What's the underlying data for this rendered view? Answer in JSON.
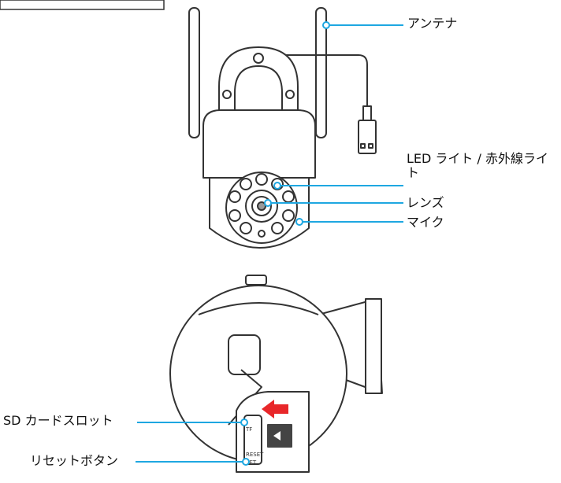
{
  "labels": {
    "antenna": "アンテナ",
    "led": "LED ライト / 赤外線ライト",
    "lens": "レンズ",
    "mic": "マイク",
    "sd_slot": "SD カードスロット",
    "reset": "リセットボタン"
  },
  "slot_text": {
    "tf": "TF",
    "reset": "RESET",
    "set": "SET"
  },
  "colors": {
    "callout": "#1ea7e1",
    "outline": "#333333",
    "insert_arrow": "#e8272a",
    "sd_card": "#444444"
  }
}
